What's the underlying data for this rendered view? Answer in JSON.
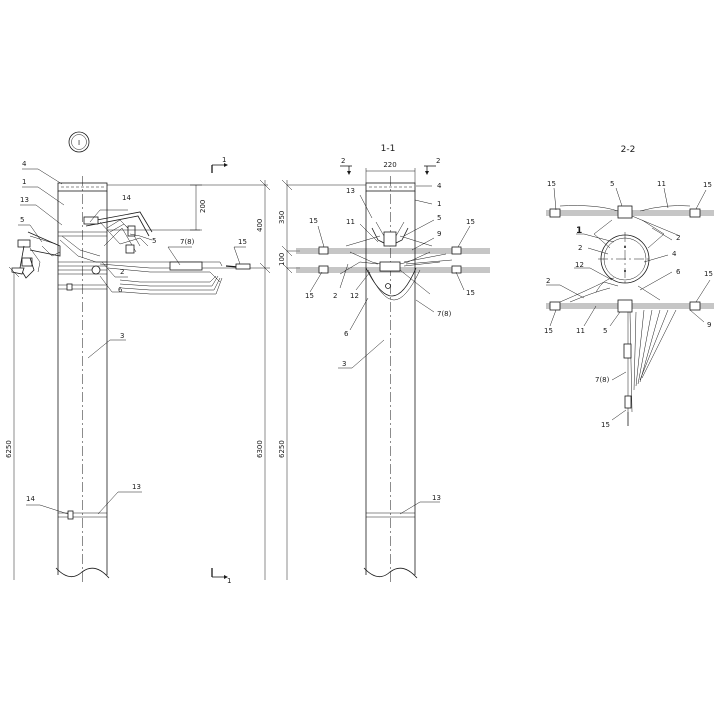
{
  "view_1": {
    "circle_label": "I",
    "section_mark": "1",
    "labels": {
      "n4": "4",
      "n1": "1",
      "n13": "13",
      "n14": "14",
      "n5a": "5",
      "n5b": "5",
      "n78": "7(8)",
      "n15": "15",
      "n2": "2",
      "n6": "6",
      "n3": "3",
      "n14b": "14",
      "n13b": "13"
    },
    "dims": {
      "d200": "200",
      "d400": "400",
      "d6250": "6250",
      "d6300": "6300"
    }
  },
  "view_2": {
    "title": "1-1",
    "section_mark": "2",
    "labels": {
      "n4": "4",
      "n1": "1",
      "n13": "13",
      "n11": "11",
      "n5": "5",
      "n9": "9",
      "n15a": "15",
      "n15b": "15",
      "n15c": "15",
      "n15d": "15",
      "n2": "2",
      "n12": "12",
      "n6": "6",
      "n78": "7(8)",
      "n3": "3",
      "n13b": "13"
    },
    "dims": {
      "d220": "220",
      "d350": "350",
      "d100": "100",
      "d6250": "6250"
    }
  },
  "view_3": {
    "title": "2-2",
    "labels": {
      "n15a": "15",
      "n5a": "5",
      "n11a": "11",
      "n15b": "15",
      "n1": "1",
      "n2a": "2",
      "n4": "4",
      "n2b": "2",
      "n12": "12",
      "n6": "6",
      "n15c": "15",
      "n11b": "11",
      "n5b": "5",
      "n15d": "15",
      "n9": "9",
      "n78": "7(8)",
      "n15e": "15"
    }
  }
}
